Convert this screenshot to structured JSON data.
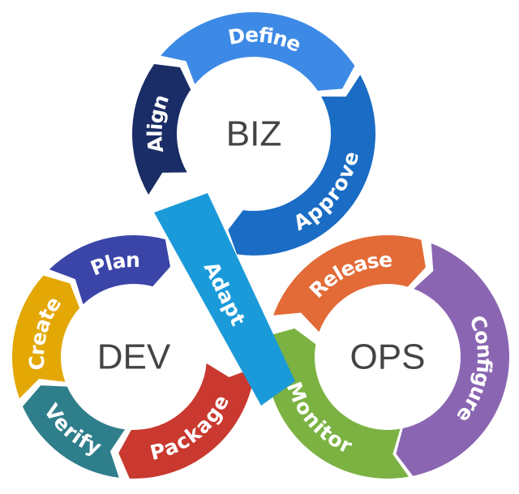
{
  "hubs": [
    {
      "id": "biz",
      "label": "BIZ",
      "segments": [
        {
          "label": "Align",
          "color": "#1b2d66"
        },
        {
          "label": "Define",
          "color": "#3d8ae6"
        },
        {
          "label": "Approve",
          "color": "#1a6cc4"
        }
      ]
    },
    {
      "id": "dev",
      "label": "DEV",
      "segments": [
        {
          "label": "Plan",
          "color": "#3b45a8"
        },
        {
          "label": "Create",
          "color": "#e3a806"
        },
        {
          "label": "Verify",
          "color": "#2f7e8c"
        },
        {
          "label": "Package",
          "color": "#c9392f"
        }
      ]
    },
    {
      "id": "ops",
      "label": "OPS",
      "segments": [
        {
          "label": "Release",
          "color": "#e26b37"
        },
        {
          "label": "Configure",
          "color": "#8a66b2"
        },
        {
          "label": "Monitor",
          "color": "#7bb242"
        }
      ]
    }
  ],
  "connector": {
    "label": "Adapt",
    "color": "#1b9ad9"
  }
}
